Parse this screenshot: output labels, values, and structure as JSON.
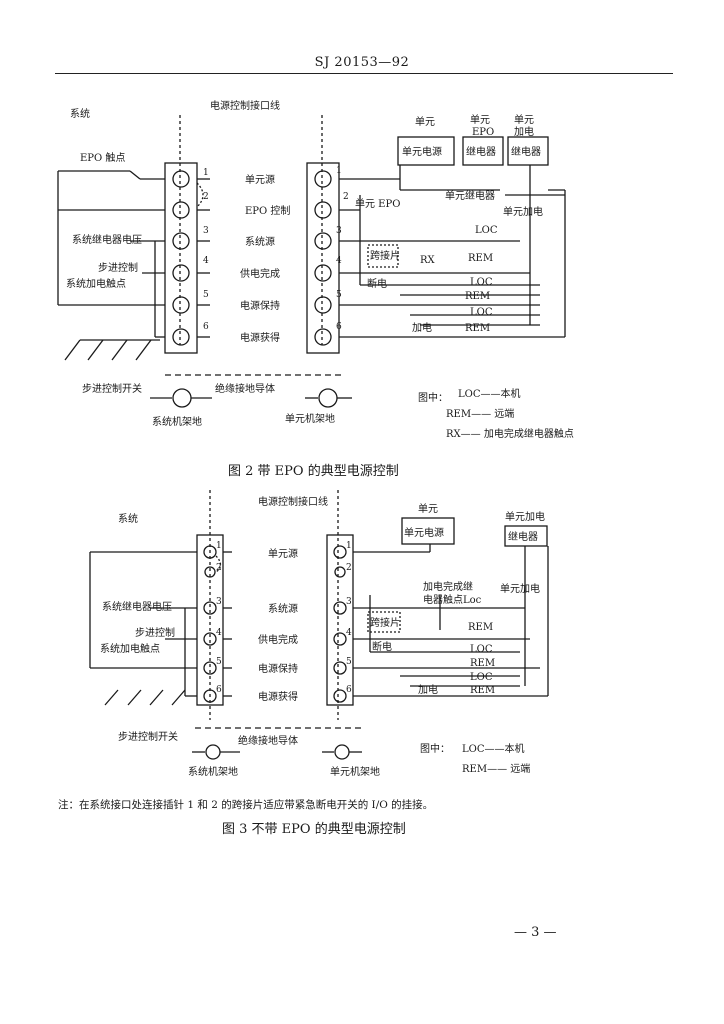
{
  "header": "SJ 20153—92",
  "figure2": {
    "caption": "图 2   带 EPO 的典型电源控制",
    "title": "电源控制接口线",
    "system_label": "系统",
    "left_labels": {
      "epo_contact": "EPO 触点",
      "relay_voltage": "系统继电器电压",
      "step_control": "步进控制",
      "power_contact": "系统加电触点",
      "step_switch": "步进控制开关",
      "sys_ground": "系统机架地"
    },
    "pin_labels": [
      "单元源",
      "EPO 控制",
      "系统源",
      "供电完成",
      "电源保持",
      "电源获得"
    ],
    "pins": [
      "1",
      "2",
      "3",
      "4",
      "5",
      "6"
    ],
    "insulated": "绝缘接地导体",
    "unit_ground": "单元机架地",
    "right_labels": {
      "unit": "单元",
      "unit_epo": "单元",
      "epo": "EPO",
      "unit_power": "单元",
      "power": "加电",
      "unit_supply_box": "单元电源",
      "relay": "继电器",
      "relay2": "继电器",
      "unit_epo_text": "单元 EPO",
      "unit_relay": "单元继电器",
      "unit_power_text": "单元加电",
      "jumper": "跨接片",
      "rx": "RX",
      "rem": "REM",
      "loc": "LOC",
      "power_off": "断电",
      "power_on": "加电"
    },
    "legend": {
      "prefix": "图中：",
      "loc": "LOC——本机",
      "rem": "REM—— 远端",
      "rx": "RX—— 加电完成继电器触点"
    }
  },
  "figure3": {
    "caption": "图 3   不带 EPO 的典型电源控制",
    "title": "电源控制接口线",
    "system_label": "系统",
    "left_labels": {
      "relay_voltage": "系统继电器电压",
      "step_control": "步进控制",
      "power_contact": "系统加电触点",
      "step_switch": "步进控制开关",
      "sys_ground": "系统机架地"
    },
    "pin_labels": [
      "单元源",
      "系统源",
      "供电完成",
      "电源保持",
      "电源获得"
    ],
    "pins": [
      "1",
      "2",
      "3",
      "4",
      "5",
      "6"
    ],
    "insulated": "绝缘接地导体",
    "unit_ground": "单元机架地",
    "right_labels": {
      "unit": "单元",
      "unit_supply_box": "单元电源",
      "unit_power": "单元加电",
      "relay": "继电器",
      "power_done_1": "加电完成继",
      "power_done_2": "电器触点Loc",
      "unit_power_text": "单元加电",
      "jumper": "跨接片",
      "rem": "REM",
      "loc": "LOC",
      "power_off": "断电",
      "power_on": "加电"
    },
    "legend": {
      "prefix": "图中：",
      "loc": "LOC——本机",
      "rem": "REM—— 远端"
    }
  },
  "note": "注：在系统接口处连接插针 1 和 2 的跨接片适应带紧急断电开关的 I/O 的挂接。",
  "page_number": "— 3 —"
}
